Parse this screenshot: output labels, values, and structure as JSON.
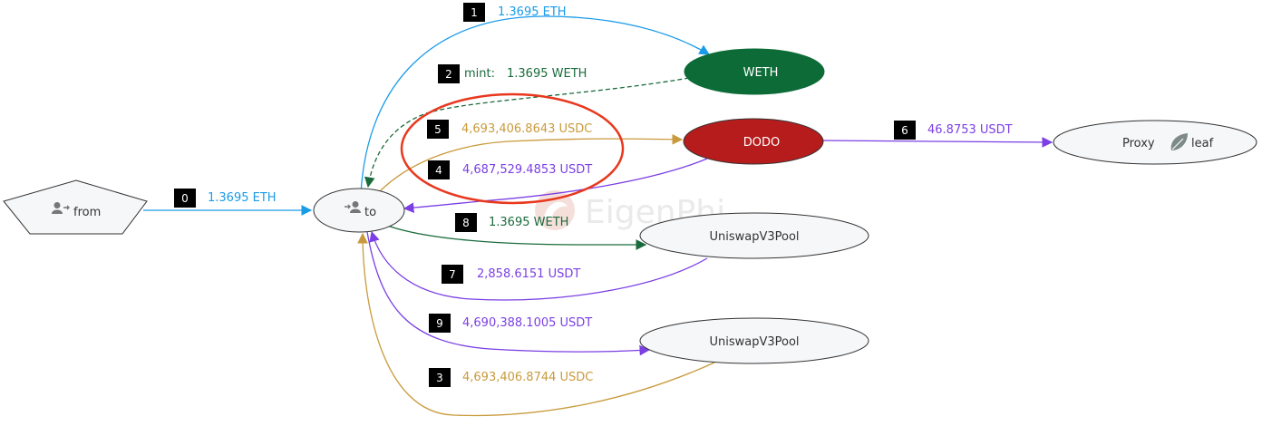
{
  "watermark": "EigenPhi",
  "colors": {
    "eth": "#1a9be8",
    "weth": "#1a6b3c",
    "usdc": "#c99a3c",
    "usdt": "#7b3fe4",
    "highlight": "#e8381e",
    "node_fill": "#f6f7f9",
    "node_stroke": "#333333",
    "weth_fill": "#0c6b37",
    "dodo_fill": "#b71c1c",
    "badge": "#000000"
  },
  "nodes": {
    "from": {
      "label": "from",
      "icon": "user-out-icon"
    },
    "to": {
      "label": "to",
      "icon": "user-in-icon"
    },
    "weth": {
      "label": "WETH"
    },
    "dodo": {
      "label": "DODO"
    },
    "proxy": {
      "label": "Proxy",
      "icon": "leaf-icon",
      "icon_label": "leaf"
    },
    "pool1": {
      "label": "UniswapV3Pool"
    },
    "pool2": {
      "label": "UniswapV3Pool"
    }
  },
  "edges": [
    {
      "step": "0",
      "label": "1.3695 ETH",
      "kind": "eth"
    },
    {
      "step": "1",
      "label": "1.3695 ETH",
      "kind": "eth"
    },
    {
      "step": "2",
      "prefix": "mint:",
      "label": "1.3695 WETH",
      "kind": "weth"
    },
    {
      "step": "3",
      "label": "4,693,406.8744 USDC",
      "kind": "usdc"
    },
    {
      "step": "4",
      "label": "4,687,529.4853 USDT",
      "kind": "usdt"
    },
    {
      "step": "5",
      "label": "4,693,406.8643 USDC",
      "kind": "usdc"
    },
    {
      "step": "6",
      "label": "46.8753 USDT",
      "kind": "usdt"
    },
    {
      "step": "7",
      "label": "2,858.6151 USDT",
      "kind": "usdt"
    },
    {
      "step": "8",
      "label": "1.3695 WETH",
      "kind": "weth"
    },
    {
      "step": "9",
      "label": "4,690,388.1005 USDT",
      "kind": "usdt"
    }
  ]
}
